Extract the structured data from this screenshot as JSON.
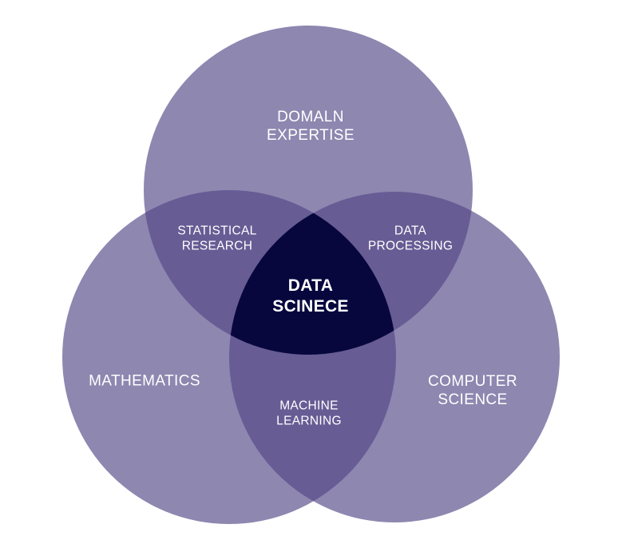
{
  "colors": {
    "background": "#ffffff",
    "circle_fill": "#8e87b0",
    "pair_overlap": "#675c94",
    "center_overlap": "#07073e",
    "text": "#ffffff"
  },
  "sets": {
    "top": [
      "DOMALN",
      "EXPERTISE"
    ],
    "left": [
      "MATHEMATICS"
    ],
    "right": [
      "COMPUTER",
      "SCIENCE"
    ]
  },
  "overlaps": {
    "top_left": [
      "STATISTICAL",
      "RESEARCH"
    ],
    "top_right": [
      "DATA",
      "PROCESSING"
    ],
    "left_right": [
      "MACHINE",
      "LEARNING"
    ]
  },
  "center": [
    "DATA",
    "SCINECE"
  ]
}
